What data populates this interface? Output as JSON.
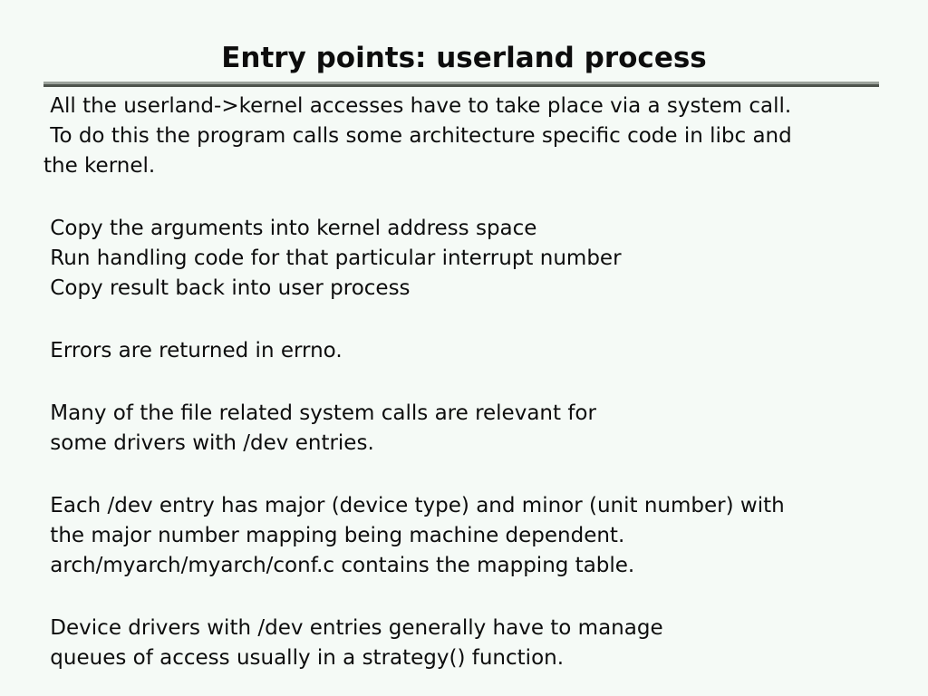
{
  "slide": {
    "title": "Entry points: userland process",
    "colors": {
      "background": "#f5faf6",
      "text": "#0d0d0d",
      "rule_top": "#9ba29b",
      "rule_bottom": "#4e544d"
    },
    "body": {
      "paragraphs": [
        {
          "lines": [
            " All the userland->kernel accesses have to take place via a system call.",
            " To do this the program calls some architecture specific code in libc and",
            "the kernel."
          ]
        },
        {
          "lines": [
            " Copy the arguments into kernel address space",
            " Run handling code for that particular interrupt number",
            " Copy result back into user process"
          ]
        },
        {
          "lines": [
            " Errors are returned in errno."
          ]
        },
        {
          "lines": [
            " Many of the file related system calls are relevant for",
            " some drivers with /dev entries."
          ]
        },
        {
          "lines": [
            " Each /dev entry has major (device type) and minor (unit number) with",
            " the major number mapping being machine dependent.",
            " arch/myarch/myarch/conf.c contains the mapping table."
          ]
        },
        {
          "lines": [
            " Device drivers with /dev entries generally have to manage",
            " queues of access usually in a strategy() function."
          ]
        }
      ]
    }
  }
}
